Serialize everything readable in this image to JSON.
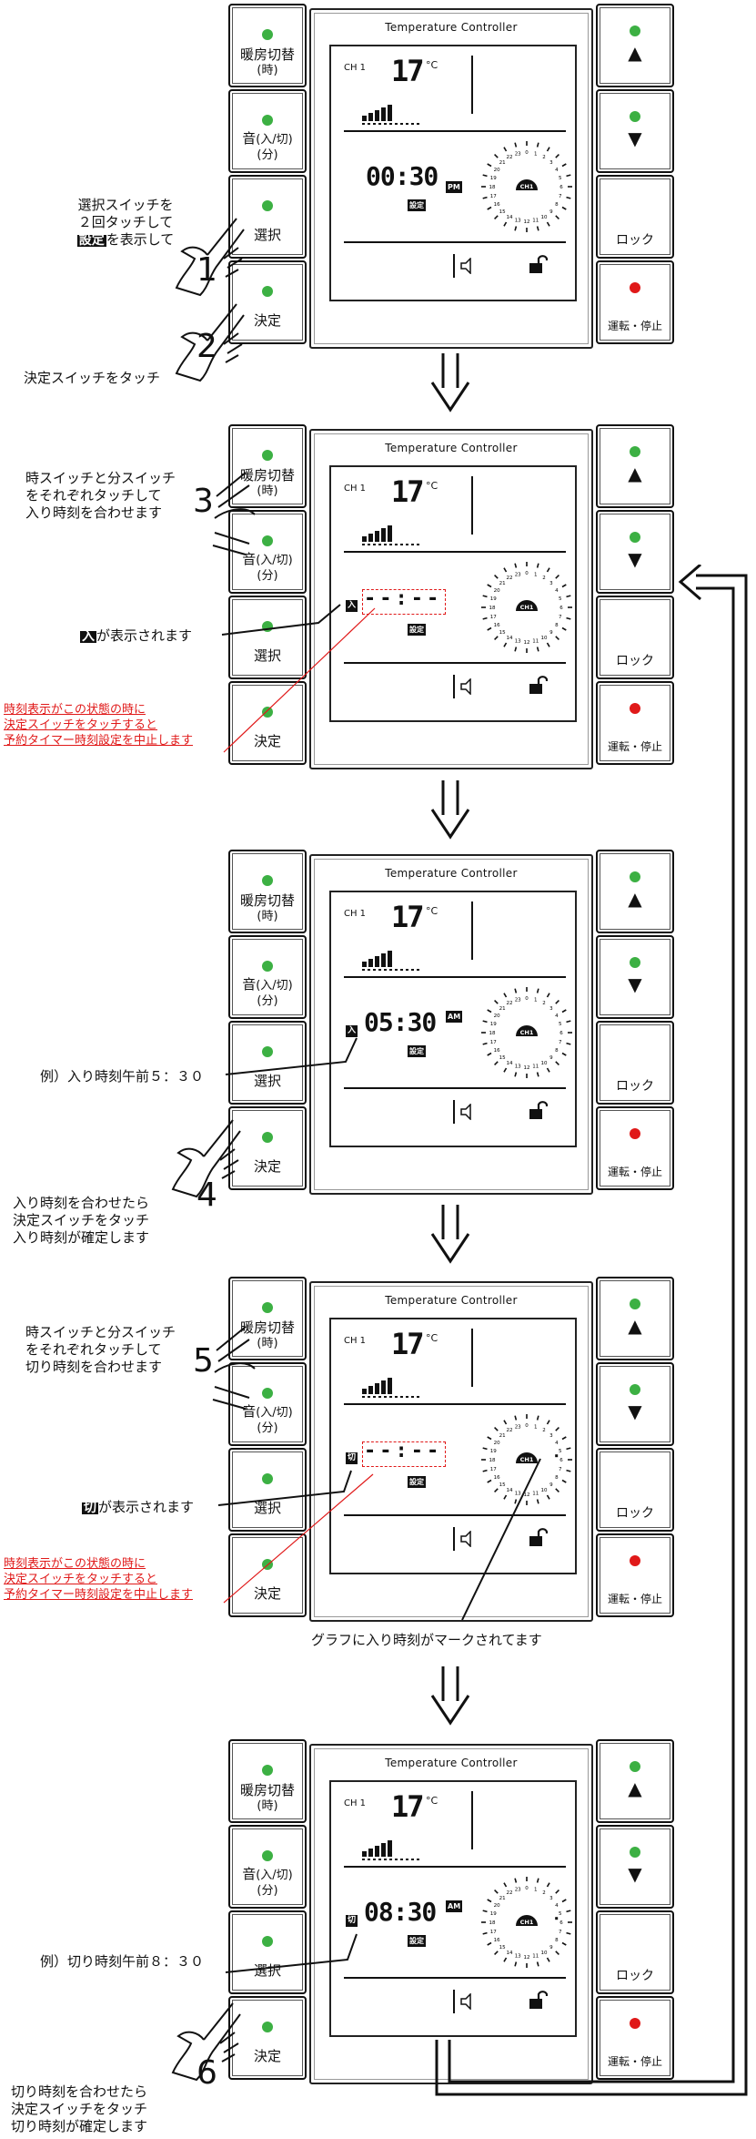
{
  "panel_common": {
    "title": "Temperature Controller",
    "ch_label": "CH 1",
    "temp_value": "17",
    "temp_unit": "°C",
    "ch_badge": "CH1",
    "dial_numbers": [
      "0",
      "1",
      "2",
      "3",
      "4",
      "5",
      "6",
      "7",
      "8",
      "9",
      "10",
      "11",
      "12",
      "13",
      "14",
      "15",
      "16",
      "17",
      "18",
      "19",
      "20",
      "21",
      "22",
      "23"
    ],
    "left_buttons": {
      "heat_switch": "暖房切替",
      "heat_switch_sub": "(時)",
      "sound": "音",
      "sound_sub1": "(入/切)",
      "sound_sub2": "(分)",
      "select": "選択",
      "decide": "決定"
    },
    "right_buttons": {
      "up": "▲",
      "down": "▼",
      "lock": "ロック",
      "run_stop": "運転・停止"
    },
    "setting_badge": "設定"
  },
  "panels": [
    {
      "time": "00:30",
      "ampm": "PM",
      "tag": "",
      "dashes": false
    },
    {
      "time": "--:--",
      "ampm": "",
      "tag": "入",
      "dashes": true
    },
    {
      "time": "05:30",
      "ampm": "AM",
      "tag": "入",
      "dashes": false
    },
    {
      "time": "--:--",
      "ampm": "",
      "tag": "切",
      "dashes": true
    },
    {
      "time": "08:30",
      "ampm": "AM",
      "tag": "切",
      "dashes": false
    }
  ],
  "notes": {
    "step1_line1": "選択スイッチを",
    "step1_line2": "２回タッチして",
    "step1_line3_tag": "設定",
    "step1_line3": "を表示して",
    "step1_num": "1",
    "step2_text": "決定スイッチをタッチ",
    "step2_num": "2",
    "step3_line1": "時スイッチと分スイッチ",
    "step3_line2": "をそれぞれタッチして",
    "step3_line3": "入り時刻を合わせます",
    "step3_num": "3",
    "in_tag_text": "が表示されます",
    "in_tag": "入",
    "red1_line1": "時刻表示がこの状態の時に",
    "red1_line2": "決定スイッチをタッチすると",
    "red1_line3": "予約タイマー時刻設定を中止します",
    "example_in": "例）入り時刻午前５：３０",
    "step4_line1": "入り時刻を合わせたら",
    "step4_line2": "決定スイッチをタッチ",
    "step4_line3": "入り時刻が確定します",
    "step4_num": "4",
    "step5_line1": "時スイッチと分スイッチ",
    "step5_line2": "をそれぞれタッチして",
    "step5_line3": "切り時刻を合わせます",
    "step5_num": "5",
    "off_tag": "切",
    "off_tag_text": "が表示されます",
    "graph_note": "グラフに入り時刻がマークされてます",
    "example_off": "例）切り時刻午前８：３０",
    "step6_line1": "切り時刻を合わせたら",
    "step6_line2": "決定スイッチをタッチ",
    "step6_line3": "切り時刻が確定します",
    "step6_num": "6"
  },
  "colors": {
    "green": "#3cb043",
    "red": "#e01919",
    "black": "#111111"
  }
}
